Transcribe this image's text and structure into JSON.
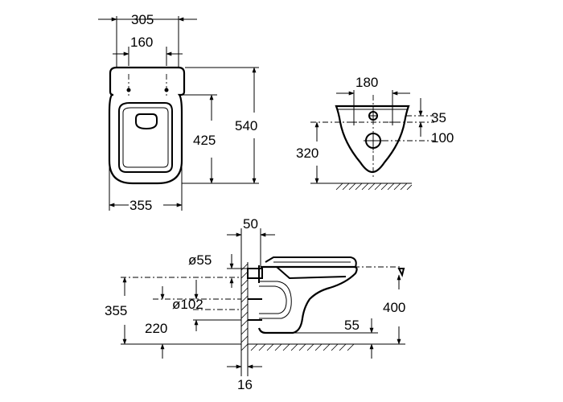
{
  "top_view": {
    "width_overall": "305",
    "fixing_spacing": "160",
    "length_to_bowl": "425",
    "length_overall": "540",
    "bowl_width": "355"
  },
  "rear_view": {
    "fixing_spacing": "180",
    "fixing_offset": "35",
    "outlet_offset": "100",
    "fixing_height": "320"
  },
  "side_view": {
    "wall_gap": "50",
    "inlet_diameter": "ø55",
    "outlet_diameter": "ø102",
    "outlet_height": "355",
    "inlet_to_outlet": "220",
    "rim_height": "400",
    "base_clearance": "55",
    "wall_thickness": "16"
  }
}
